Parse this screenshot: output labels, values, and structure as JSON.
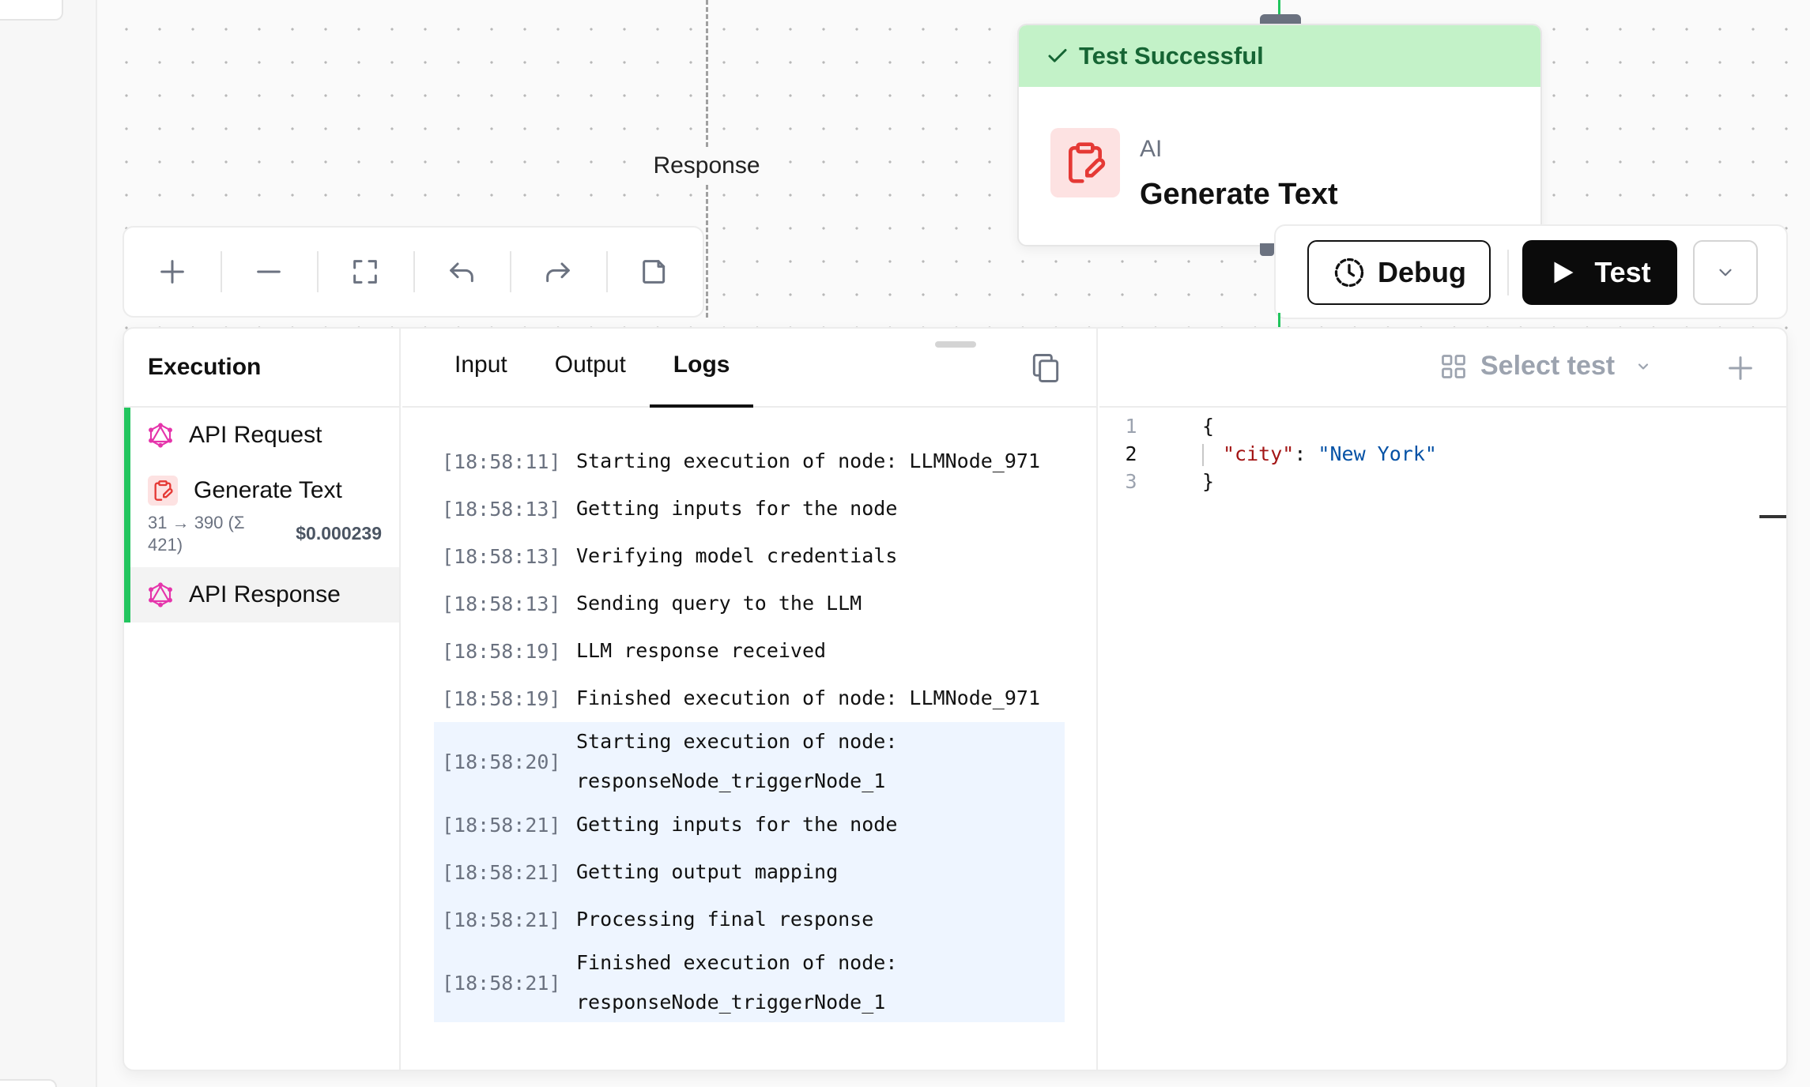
{
  "canvas": {
    "edge_label": "Response"
  },
  "node": {
    "status": "Test Successful",
    "category": "AI",
    "title": "Generate Text"
  },
  "toolbar": {
    "buttons": [
      "zoom-in",
      "zoom-out",
      "fit-view",
      "undo",
      "redo",
      "note"
    ]
  },
  "actions": {
    "debug_label": "Debug",
    "test_label": "Test"
  },
  "execution": {
    "header": "Execution",
    "items": [
      {
        "label": "API Request"
      },
      {
        "label": "Generate Text",
        "tokens": "31 → 390 (Σ 421)",
        "cost": "$0.000239"
      },
      {
        "label": "API Response"
      }
    ]
  },
  "tabs": [
    "Input",
    "Output",
    "Logs"
  ],
  "active_tab": "Logs",
  "logs": [
    {
      "ts": "[18:58:11]",
      "msg": "Starting execution of node: LLMNode_971",
      "hl": false
    },
    {
      "ts": "[18:58:13]",
      "msg": "Getting inputs for the node",
      "hl": false
    },
    {
      "ts": "[18:58:13]",
      "msg": "Verifying model credentials",
      "hl": false
    },
    {
      "ts": "[18:58:13]",
      "msg": "Sending query to the LLM",
      "hl": false
    },
    {
      "ts": "[18:58:19]",
      "msg": "LLM response received",
      "hl": false
    },
    {
      "ts": "[18:58:19]",
      "msg": "Finished execution of node: LLMNode_971",
      "hl": false
    },
    {
      "ts": "[18:58:20]",
      "msg": "Starting execution of node:\nresponseNode_triggerNode_1",
      "hl": true
    },
    {
      "ts": "[18:58:21]",
      "msg": "Getting inputs for the node",
      "hl": true
    },
    {
      "ts": "[18:58:21]",
      "msg": "Getting output mapping",
      "hl": true
    },
    {
      "ts": "[18:58:21]",
      "msg": "Processing final response",
      "hl": true
    },
    {
      "ts": "[18:58:21]",
      "msg": "Finished execution of node:\nresponseNode_triggerNode_1",
      "hl": true
    }
  ],
  "right": {
    "select_label": "Select test",
    "code_lines": [
      {
        "n": "1",
        "text": "{"
      },
      {
        "n": "2",
        "key": "\"city\"",
        "sep": ": ",
        "val": "\"New York\""
      },
      {
        "n": "3",
        "text": "}"
      }
    ]
  },
  "colors": {
    "success_bg": "#c3f2c8",
    "success_text": "#166534",
    "accent_green": "#22c55e",
    "node_icon_red": "#e53935",
    "log_highlight": "#eef5ff"
  }
}
